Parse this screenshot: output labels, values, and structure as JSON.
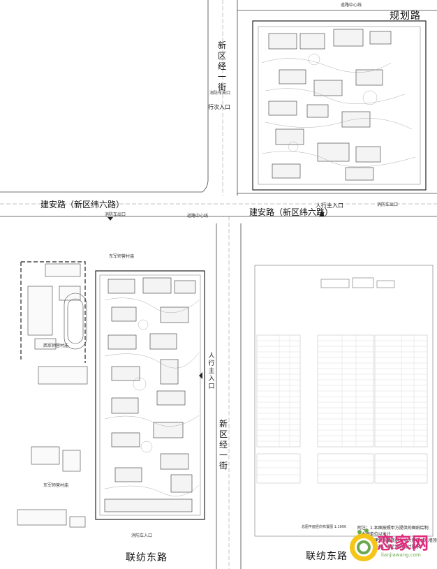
{
  "roads": {
    "guihua": "规划路",
    "jianan_left": "建安路（新区纬六路）",
    "jianan_center": "建安路（新区纬六路）",
    "xinqu_jingyi_top": "新区经一街",
    "xinqu_jingyi_bottom": "新区经一街",
    "lianfang_left": "联纺东路",
    "lianfang_right": "联纺东路"
  },
  "labels": {
    "road_center_top": "道路中心线",
    "fire_exit_top": "消防车出口",
    "vehicle_entry": "行次入口",
    "pedestrian_main_entry_top": "人行主入口",
    "fire_exit_right_top": "消防车出口",
    "fire_exit_left_mid": "消防车出口",
    "road_center_mid": "道路中心线",
    "pedestrian_main_entry_left": "人行主入口",
    "fire_exit_bottom": "消防车入口",
    "village_top": "东军师营村庙",
    "village_mid": "西军师营村庙",
    "village_bottom": "东军师营村庙",
    "plan_title": "总图平面竖向布置图",
    "plan_scale": "1:1000"
  },
  "notes": {
    "heading": "附注：1.本图按照甲方提供的图纸绘制",
    "line2": "2.本图单位以米计",
    "line3": "3.本图中建筑高度数据为以大屋面女儿墙顶计算，",
    "line4": "均小于100米，满足消防设计要求。"
  },
  "logo": {
    "brand": "恋家网",
    "url": "lianjiawang.com"
  },
  "colors": {
    "line": "#333333",
    "light_line": "#888888",
    "road_fill": "#ffffff",
    "logo_pink": "#e0297c",
    "logo_green": "#6aa84f",
    "logo_yellow": "#f5c518"
  }
}
